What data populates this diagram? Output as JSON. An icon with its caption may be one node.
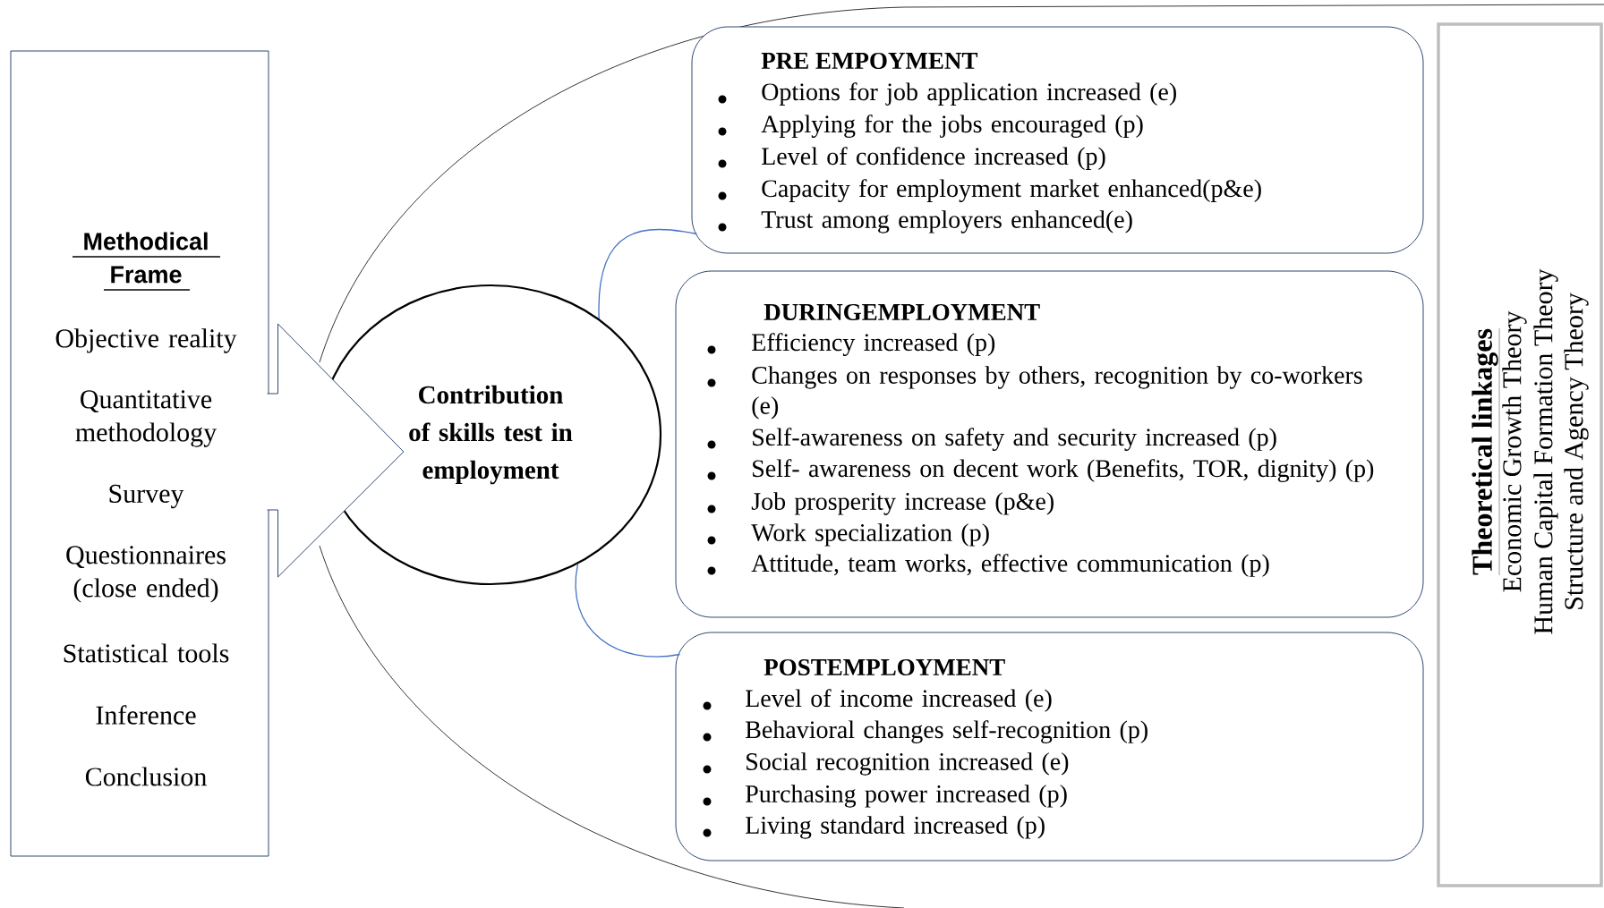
{
  "diagram": {
    "nodes": [
      {
        "text": [
          "Methodical Frame",
          "Objective reality",
          "Quantitative methodology",
          "Survey",
          "Questionnaires (close ended)",
          "Statistical tools",
          "Inference",
          "Conclusion"
        ]
      },
      {
        "text": [
          "Contribution of skills test in employment"
        ]
      },
      {
        "text": [
          "PRE EMPOYMENT",
          "Options for job application increased (e)",
          "Applying for the jobs encouraged (p)",
          "Level of confidence increased (p)",
          "Capacity for employment market enhanced(p&e)",
          "Trust among employers  enhanced(e)"
        ]
      },
      {
        "text": [
          "DURINGEMPLOYMENT",
          "Efficiency increased (p)",
          "Changes on responses by others, recognition by co-workers (e)",
          "Self-awareness on safety and security increased (p)",
          "Self- awareness on decent work (Benefits, TOR, dignity) (p)",
          "Job prosperity increase (p&e)",
          "Work specialization (p)",
          "Attitude, team works, effective communication (p)"
        ]
      },
      {
        "text": [
          "POSTEMPLOYMENT",
          "Level of income increased (e)",
          "Behavioral changes self-recognition (p)",
          "Social recognition increased (e)",
          "Purchasing power increased (p)",
          "Living standard increased (p)"
        ]
      },
      {
        "text": [
          "Theoretical linkages",
          "Economic Growth Theory",
          "Human Capital Formation Theory",
          "Structure and Agency Theory"
        ]
      }
    ],
    "edges": [
      {
        "from": 0,
        "to": 1,
        "arrow": "to"
      },
      {
        "from": 1,
        "to": 2,
        "arrow": "none",
        "color": "#4472c4"
      },
      {
        "from": 1,
        "to": 4,
        "arrow": "none",
        "color": "#4472c4"
      }
    ]
  }
}
